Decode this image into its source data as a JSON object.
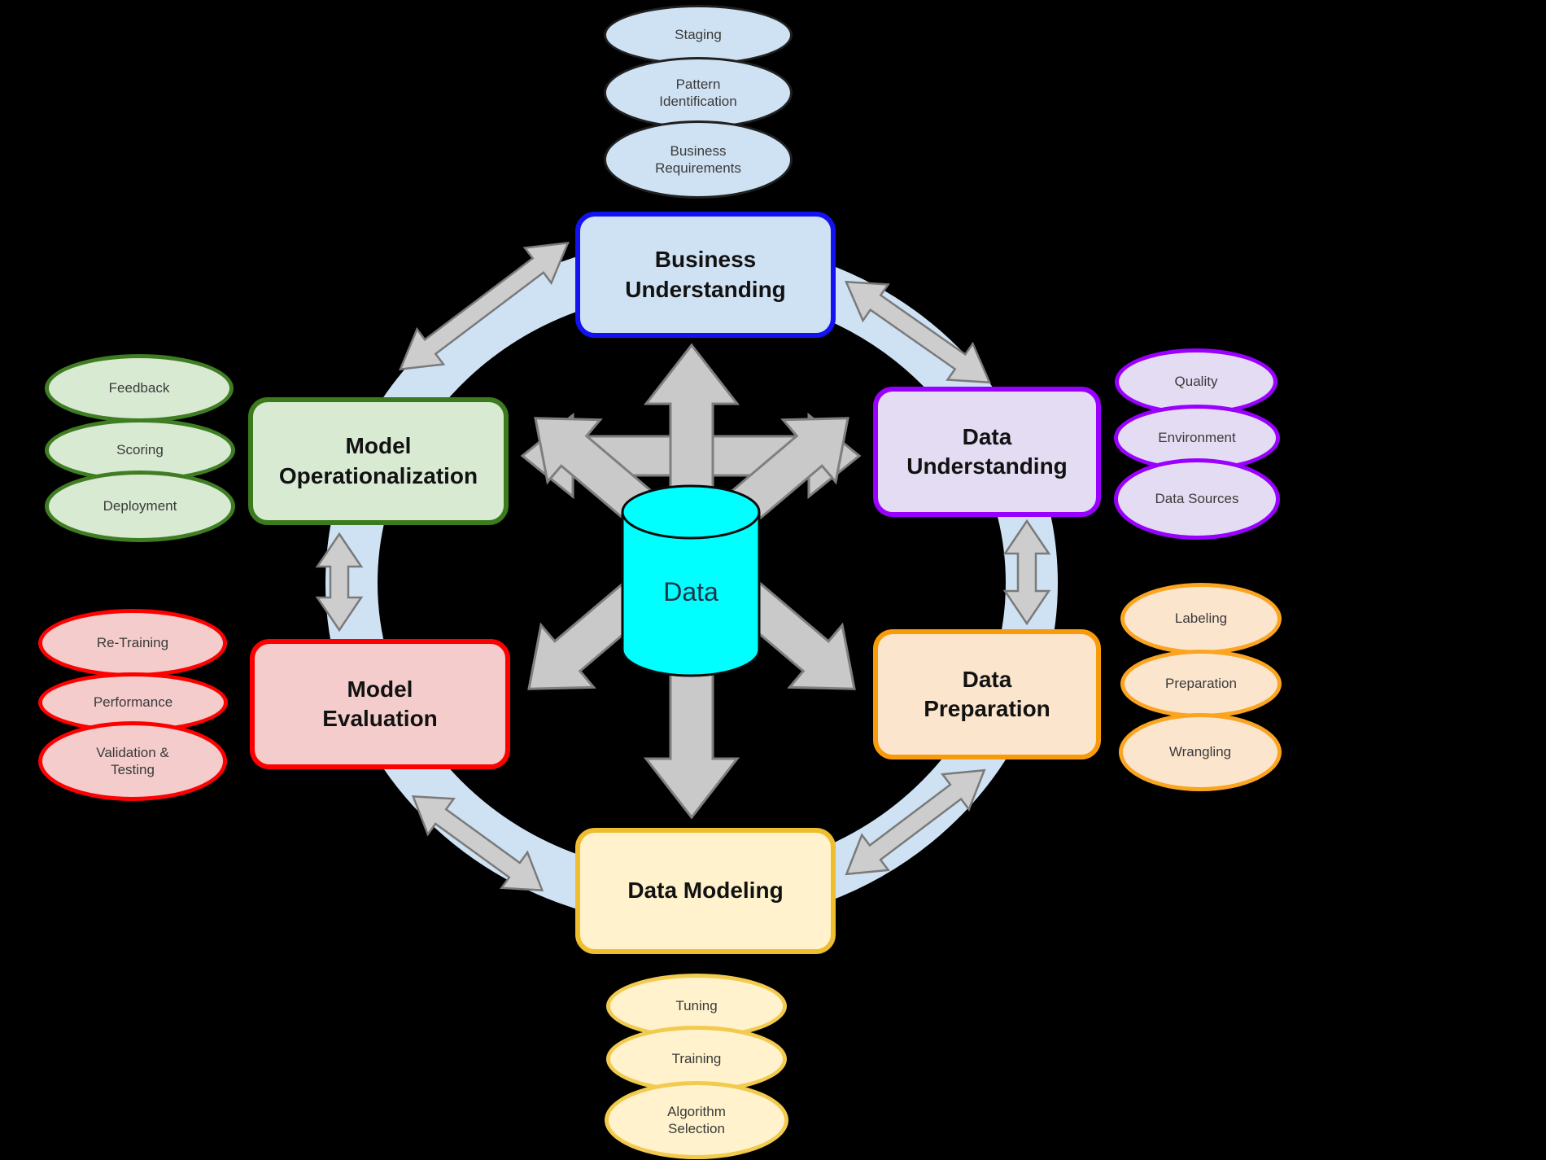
{
  "background_color": "#000000",
  "ring_color": "#cfe2f3",
  "arrow_color": "#c9c9c9",
  "center": {
    "label": "Data",
    "fill": "#00ffff"
  },
  "stages": [
    {
      "id": "business-understanding",
      "label": "Business Understanding",
      "fill": "#cfe2f3",
      "border": "#1313f2",
      "satellites": [
        "Staging",
        "Pattern Identification",
        "Business Requirements"
      ]
    },
    {
      "id": "data-understanding",
      "label": "Data Understanding",
      "fill": "#e4dcf2",
      "border": "#9900ff",
      "satellites": [
        "Quality",
        "Environment",
        "Data Sources"
      ]
    },
    {
      "id": "data-preparation",
      "label": "Data Preparation",
      "fill": "#fce5cd",
      "border": "#f89b0a",
      "satellites": [
        "Labeling",
        "Preparation",
        "Wrangling"
      ]
    },
    {
      "id": "data-modeling",
      "label": "Data Modeling",
      "fill": "#fff2cc",
      "border": "#eebe2f",
      "satellites": [
        "Tuning",
        "Training",
        "Algorithm Selection"
      ]
    },
    {
      "id": "model-evaluation",
      "label": "Model Evaluation",
      "fill": "#f4cccc",
      "border": "#fe0000",
      "satellites": [
        "Re-Training",
        "Performance",
        "Validation & Testing"
      ]
    },
    {
      "id": "model-operationalization",
      "label": "Model Operationalization",
      "fill": "#d9ead3",
      "border": "#3c7a1e",
      "satellites": [
        "Feedback",
        "Scoring",
        "Deployment"
      ]
    }
  ]
}
